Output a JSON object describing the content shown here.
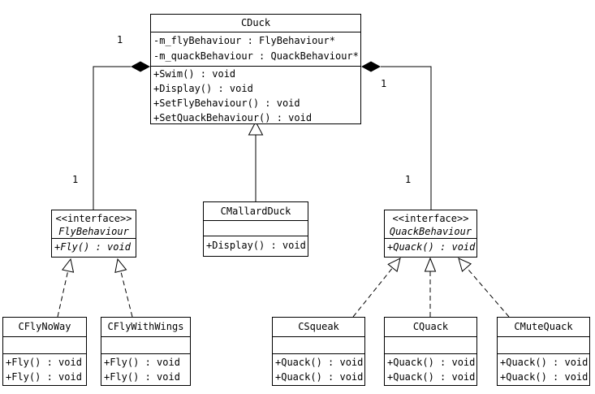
{
  "diagram_type": "uml-class-diagram",
  "colors": {
    "line": "#000000",
    "background": "#ffffff",
    "text": "#000000"
  },
  "classes": {
    "cduck": {
      "name": "CDuck",
      "attributes": [
        "-m_flyBehaviour : FlyBehaviour*",
        "-m_quackBehaviour : QuackBehaviour*"
      ],
      "methods": [
        "+Swim() : void",
        "+Display() : void",
        "+SetFlyBehaviour() : void",
        "+SetQuackBehaviour() : void"
      ]
    },
    "cmallardduck": {
      "name": "CMallardDuck",
      "attributes": [],
      "methods": [
        "+Display() : void"
      ]
    },
    "flybehaviour": {
      "stereotype": "<<interface>>",
      "name": "FlyBehaviour",
      "attributes": [],
      "methods": [
        "+Fly() : void"
      ]
    },
    "quackbehaviour": {
      "stereotype": "<<interface>>",
      "name": "QuackBehaviour",
      "attributes": [],
      "methods": [
        "+Quack() : void"
      ]
    },
    "cflynoway": {
      "name": "CFlyNoWay",
      "attributes": [],
      "methods": [
        "+Fly() : void",
        "+Fly() : void"
      ]
    },
    "cflywithwings": {
      "name": "CFlyWithWings",
      "attributes": [],
      "methods": [
        "+Fly() : void",
        "+Fly() : void"
      ]
    },
    "csqueak": {
      "name": "CSqueak",
      "attributes": [],
      "methods": [
        "+Quack() : void",
        "+Quack() : void"
      ]
    },
    "cquack": {
      "name": "CQuack",
      "attributes": [],
      "methods": [
        "+Quack() : void",
        "+Quack() : void"
      ]
    },
    "cmutequack": {
      "name": "CMuteQuack",
      "attributes": [],
      "methods": [
        "+Quack() : void",
        "+Quack() : void"
      ]
    }
  },
  "multiplicities": {
    "fly_near_cduck": "1",
    "fly_near_interface": "1",
    "quack_near_cduck": "1",
    "quack_near_interface": "1"
  }
}
